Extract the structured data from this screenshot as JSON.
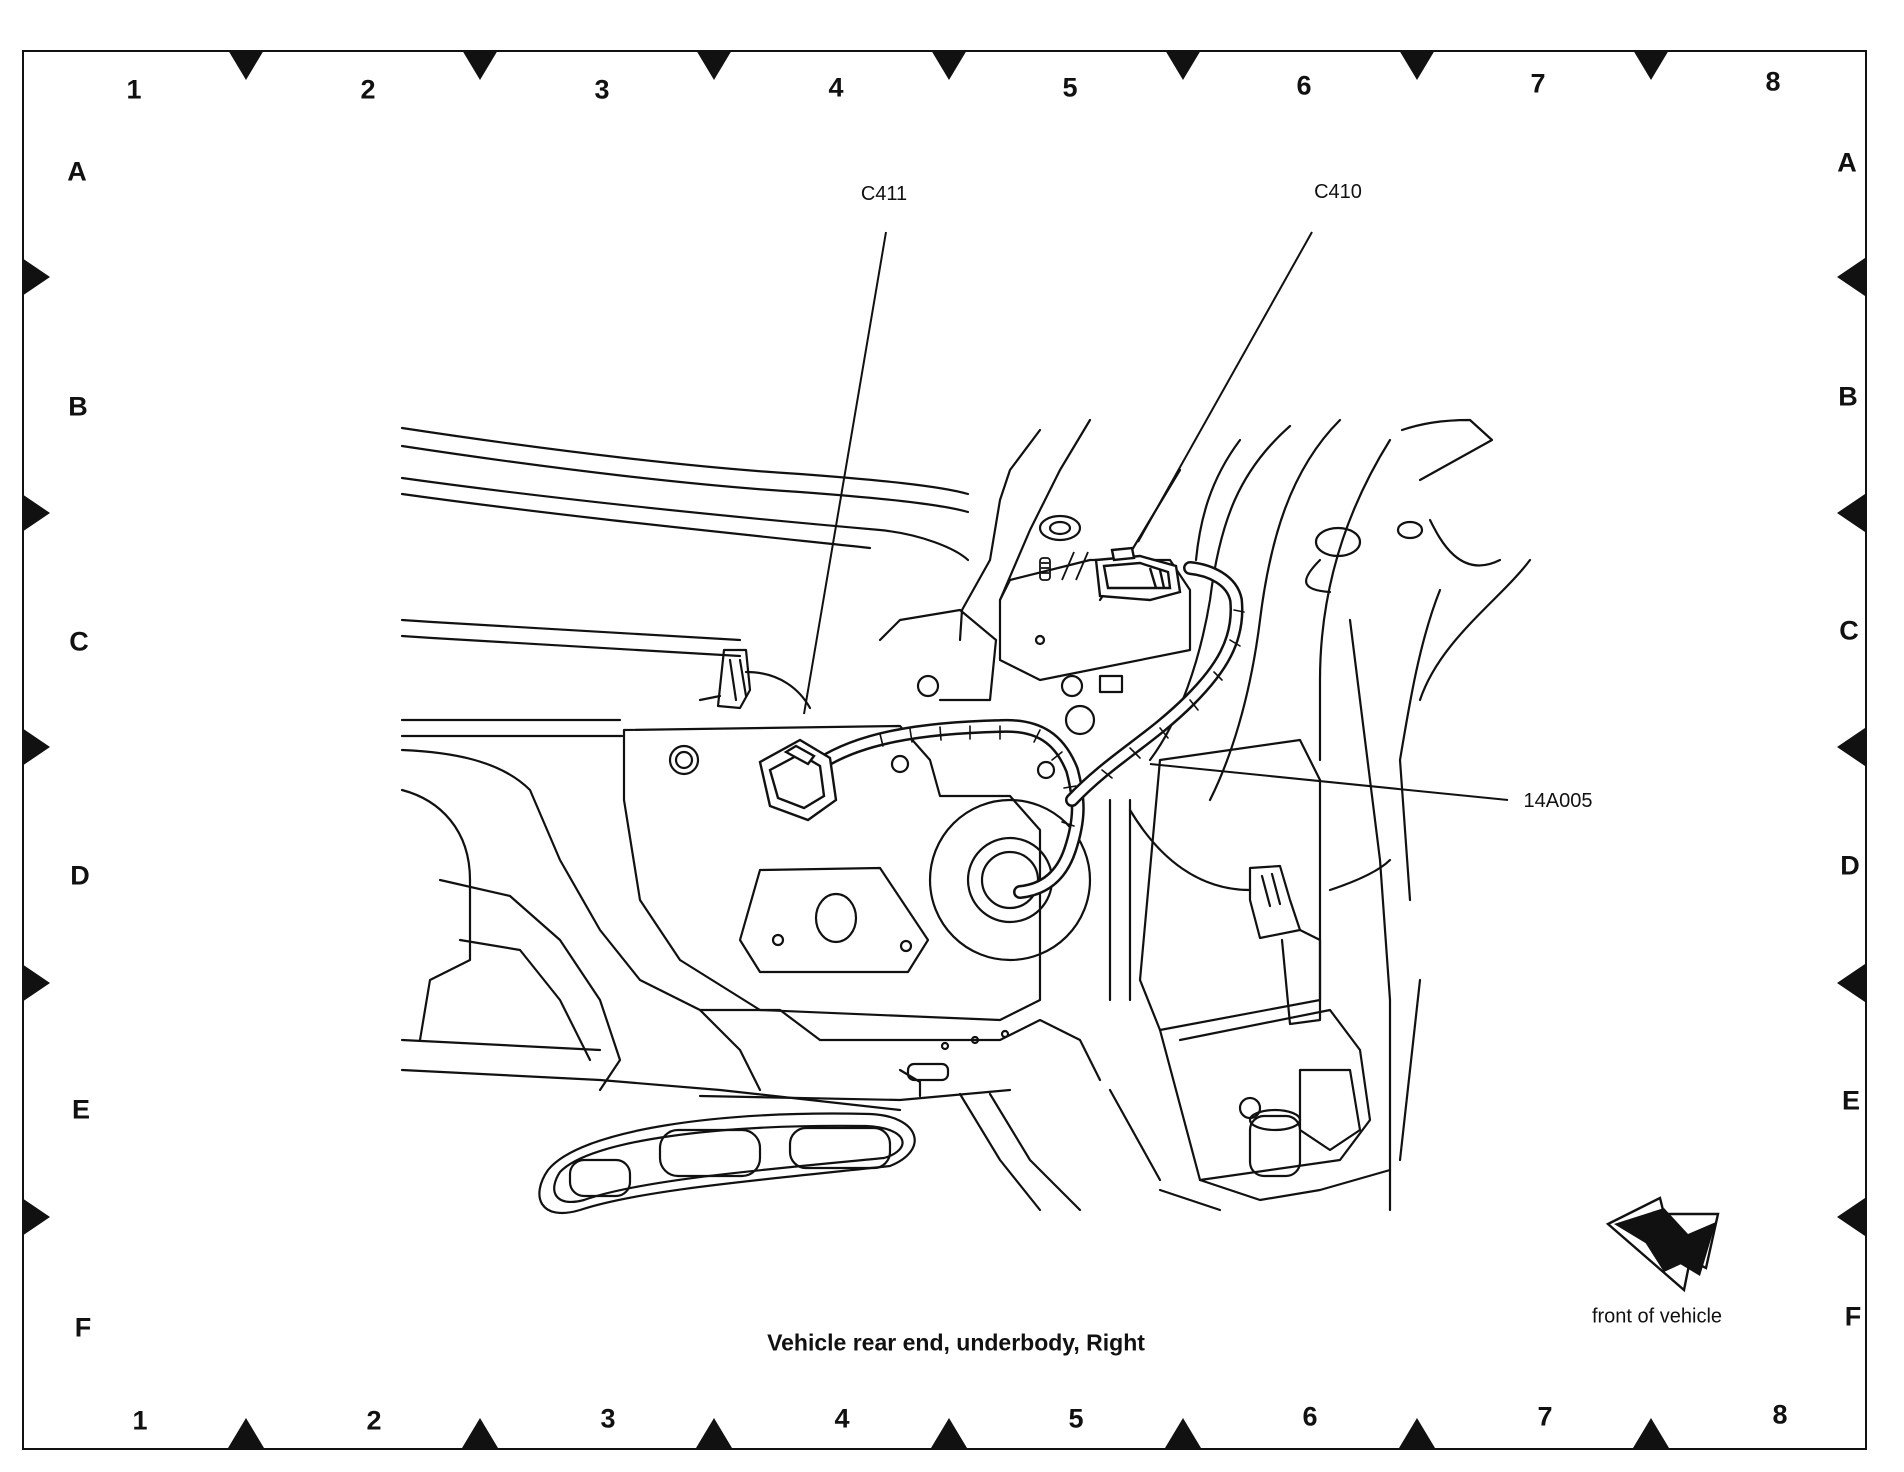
{
  "grid": {
    "columns": [
      "1",
      "2",
      "3",
      "4",
      "5",
      "6",
      "7",
      "8"
    ],
    "rows": [
      "A",
      "B",
      "C",
      "D",
      "E",
      "F"
    ]
  },
  "callouts": {
    "c411": "C411",
    "c410": "C410",
    "harness": "14A005"
  },
  "caption": "Vehicle rear end, underbody, Right",
  "orientation": {
    "label": "front of vehicle",
    "icon": "front-arrow-icon"
  },
  "colors": {
    "ink": "#111111",
    "paper": "#ffffff"
  }
}
